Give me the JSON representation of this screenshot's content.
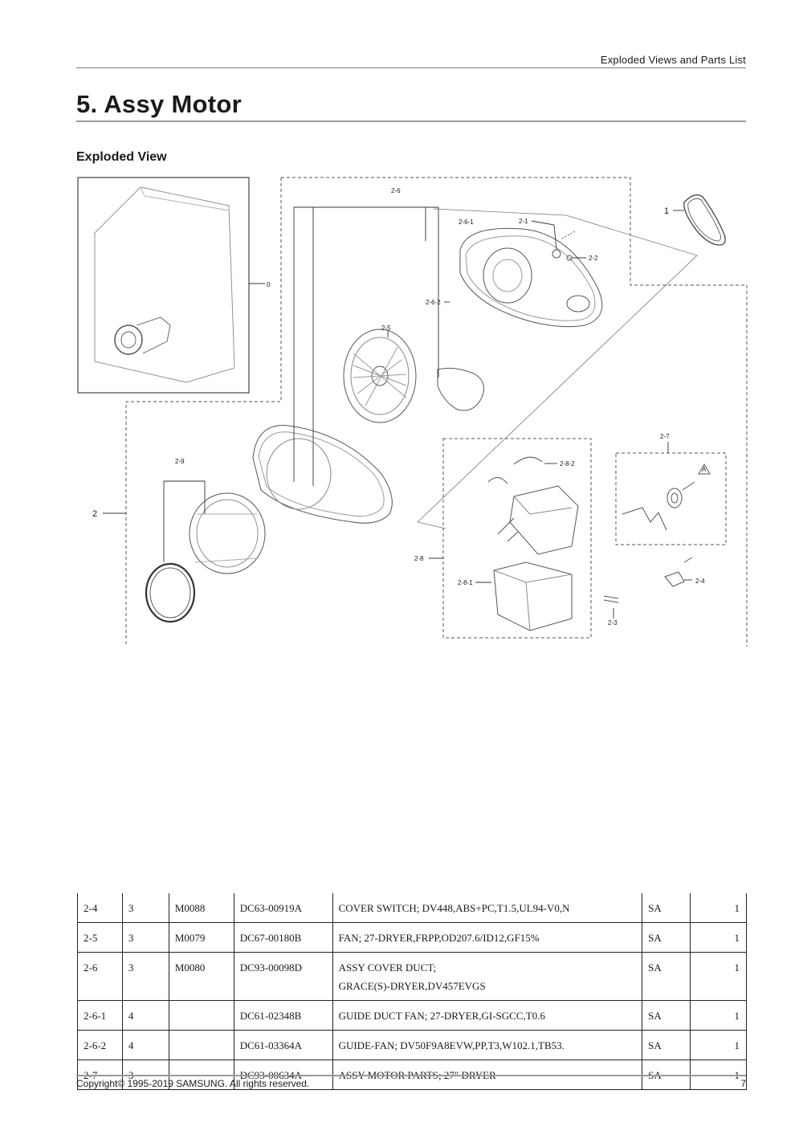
{
  "header": {
    "section_label": "Exploded Views and Parts List"
  },
  "title": "5.  Assy Motor",
  "section": {
    "heading": "Exploded View"
  },
  "diagram": {
    "callouts": [
      "0",
      "1",
      "2",
      "2-1",
      "2-2",
      "2-3",
      "2-4",
      "2-5",
      "2-6",
      "2-6-1",
      "2-6-2",
      "2-7",
      "2-8",
      "2-8-1",
      "2-8-2",
      "2-9",
      "A"
    ]
  },
  "parts_table": {
    "rows": [
      {
        "no": "2-4",
        "level": "3",
        "code": "M0088",
        "part_no": "DC63-00919A",
        "description": [
          "COVER SWITCH; DV448,ABS+PC,T1.5,UL94-V0,N"
        ],
        "status": "SA",
        "qty": "1"
      },
      {
        "no": "2-5",
        "level": "3",
        "code": "M0079",
        "part_no": "DC67-00180B",
        "description": [
          "FAN; 27-DRYER,FRPP,OD207.6/ID12,GF15%"
        ],
        "status": "SA",
        "qty": "1"
      },
      {
        "no": "2-6",
        "level": "3",
        "code": "M0080",
        "part_no": "DC93-00098D",
        "description": [
          "ASSY  COVER  DUCT;",
          "GRACE(S)-DRYER,DV457EVGS"
        ],
        "status": "SA",
        "qty": "1"
      },
      {
        "no": "2-6-1",
        "level": "4",
        "code": "",
        "part_no": "DC61-02348B",
        "description": [
          "GUIDE DUCT FAN; 27-DRYER,GI-SGCC,T0.6"
        ],
        "status": "SA",
        "qty": "1"
      },
      {
        "no": "2-6-2",
        "level": "4",
        "code": "",
        "part_no": "DC61-03364A",
        "description": [
          "GUIDE-FAN; DV50F9A8EVW,PP,T3,W102.1,TB53."
        ],
        "status": "SA",
        "qty": "1"
      },
      {
        "no": "2-7",
        "level": "3",
        "code": "",
        "part_no": "DC93-00634A",
        "description": [
          "ASSY MOTOR PARTS; 27\" DRYER"
        ],
        "status": "SA",
        "qty": "1"
      }
    ]
  },
  "footer": {
    "copyright": "Copyright© 1995-2019 SAMSUNG. All rights reserved.",
    "page_number": "7"
  }
}
